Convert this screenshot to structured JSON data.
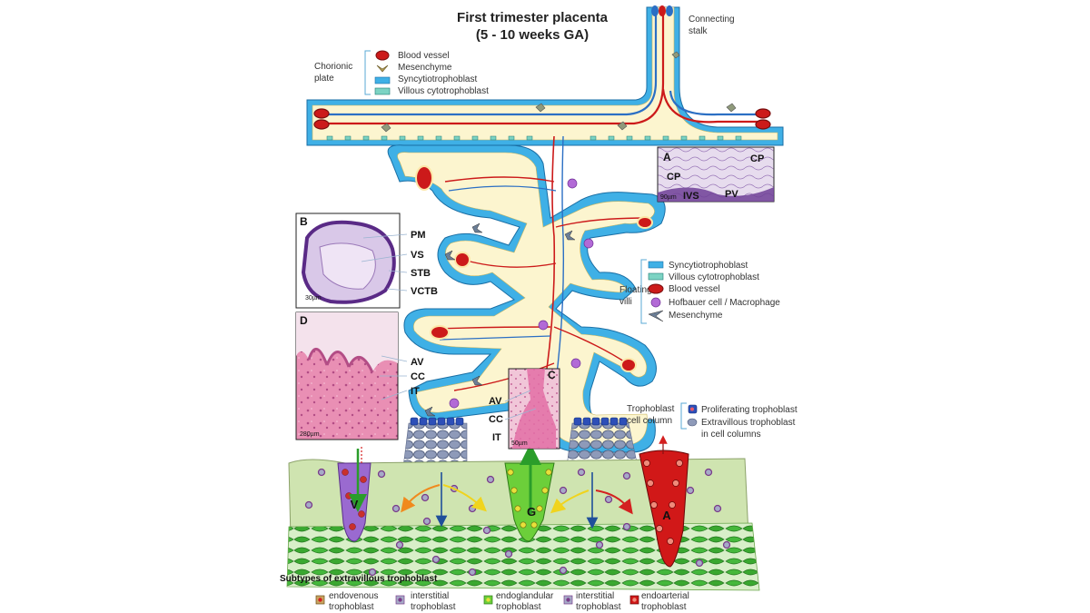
{
  "title_line1": "First trimester placenta",
  "title_line2": "(5 - 10 weeks GA)",
  "connecting_stalk": [
    "Connecting",
    "stalk"
  ],
  "chorionic_plate": {
    "label": [
      "Chorionic",
      "plate"
    ],
    "legend": [
      "Blood vessel",
      "Mesenchyme",
      "Syncytiotrophoblast",
      "Villous cytotrophoblast"
    ]
  },
  "floating_villi": {
    "label": [
      "Floating",
      "villi"
    ],
    "legend": [
      "Syncytiotrophoblast",
      "Villous cytotrophoblast",
      "Blood vessel",
      "Hofbauer cell / Macrophage",
      "Mesenchyme"
    ]
  },
  "cell_column": {
    "label": [
      "Trophoblast",
      "cell column"
    ],
    "legend": [
      "Proliferating trophoblast",
      "Extravillous trophoblast",
      "in cell columns"
    ]
  },
  "panel_a": {
    "letter": "A",
    "labels": [
      "CP",
      "CP",
      "IVS",
      "PV"
    ],
    "scale": "90µm"
  },
  "panel_b": {
    "letter": "B",
    "labels": [
      "PM",
      "VS",
      "STB",
      "VCTB"
    ],
    "scale": "30µm"
  },
  "panel_c": {
    "letter": "C",
    "labels": [
      "AV",
      "CC",
      "IT"
    ],
    "scale": "50µm"
  },
  "panel_d": {
    "letter": "D",
    "labels": [
      "AV",
      "CC",
      "IT"
    ],
    "scale": "280µm"
  },
  "vessel_labels": [
    "V",
    "G",
    "A"
  ],
  "subtypes_title": "Subtypes of extravillous trophoblast",
  "subtypes": [
    [
      "endovenous",
      "trophoblast"
    ],
    [
      "interstitial",
      "trophoblast"
    ],
    [
      "endoglandular",
      "trophoblast"
    ],
    [
      "interstitial",
      "trophoblast"
    ],
    [
      "endoarterial",
      "trophoblast"
    ]
  ],
  "colors": {
    "stroma": "#fcf5cf",
    "trophoblast_layer": "#3fb0e6",
    "artery": "#cc1a1a",
    "vein": "#2b6fc4",
    "decidua": "#cfe4b0",
    "myometrium_cells": "#44bb3a",
    "gland": "#6ccf3a",
    "vein_vessel": "#9a6ad0",
    "artery_vessel": "#d11818",
    "macrophage": "#b26ad6",
    "evt": "#9aa2bf"
  }
}
